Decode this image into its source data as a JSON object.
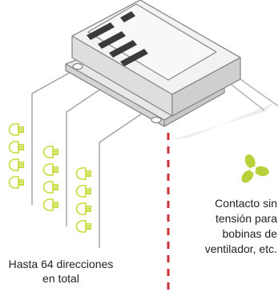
{
  "captions": {
    "addresses": [
      "Hasta 64 direcciones",
      "en total"
    ],
    "contact": [
      "Contacto sin",
      "tensión para",
      "bobinas de",
      "ventilador, etc."
    ]
  },
  "icons": {
    "lamp": "light-bulb-icon",
    "fan": "fan-icon",
    "device": "controller-module"
  },
  "colors": {
    "bulb": "#c8da3a",
    "fan": "#b7d13a",
    "dashed_line": "#c8303a",
    "wire": "#a5a5a5",
    "device_top": "#f0f0f0",
    "device_side": "#dcdcdc",
    "slots": "#3a3a3a",
    "text": "#222222"
  },
  "bulb_groups": [
    {
      "count": 4
    },
    {
      "count": 4
    },
    {
      "count": 4
    }
  ]
}
